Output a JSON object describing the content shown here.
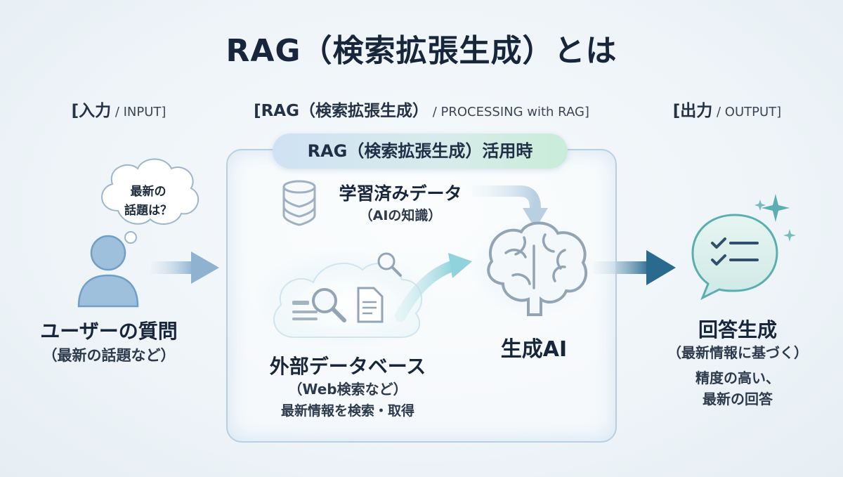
{
  "title": "RAG（検索拡張生成）とは",
  "sections": {
    "input": {
      "label": "[入力",
      "sub": " / INPUT]"
    },
    "processing": {
      "label": "[RAG（検索拡張生成）",
      "sub": " / PROCESSING with RAG]"
    },
    "output": {
      "label": "[出力",
      "sub": " / OUTPUT]"
    }
  },
  "rag_box_title": "RAG（検索拡張生成）活用時",
  "user": {
    "bubble_line1": "最新の",
    "bubble_line2": "話題は？",
    "label": "ユーザーの質問",
    "sublabel": "（最新の話題など）"
  },
  "trained_data": {
    "label": "学習済みデータ",
    "sublabel": "（AIの知識）"
  },
  "external_db": {
    "label": "外部データベース",
    "sublabel": "（Web検索など）",
    "description": "最新情報を検索・取得"
  },
  "ai": {
    "label": "生成AI"
  },
  "answer": {
    "label": "回答生成",
    "sublabel": "（最新情報に基づく）",
    "desc_line1": "精度の高い、",
    "desc_line2": "最新の回答"
  },
  "icons": {
    "user": "person-icon",
    "thought": "thought-bubble-icon",
    "database": "database-icon",
    "cloud": "cloud-icon",
    "search": "magnifier-icon",
    "document": "document-icon",
    "brain": "brain-icon",
    "checklist": "checklist-speech-bubble-icon",
    "sparkle": "sparkle-icon"
  },
  "colors": {
    "arrow_light": "#9fbcd6",
    "arrow_teal": "#4fb8c4",
    "arrow_dark": "#2f6f93",
    "icon_blue": "#6f9fc6",
    "icon_teal": "#5aaeb0"
  }
}
